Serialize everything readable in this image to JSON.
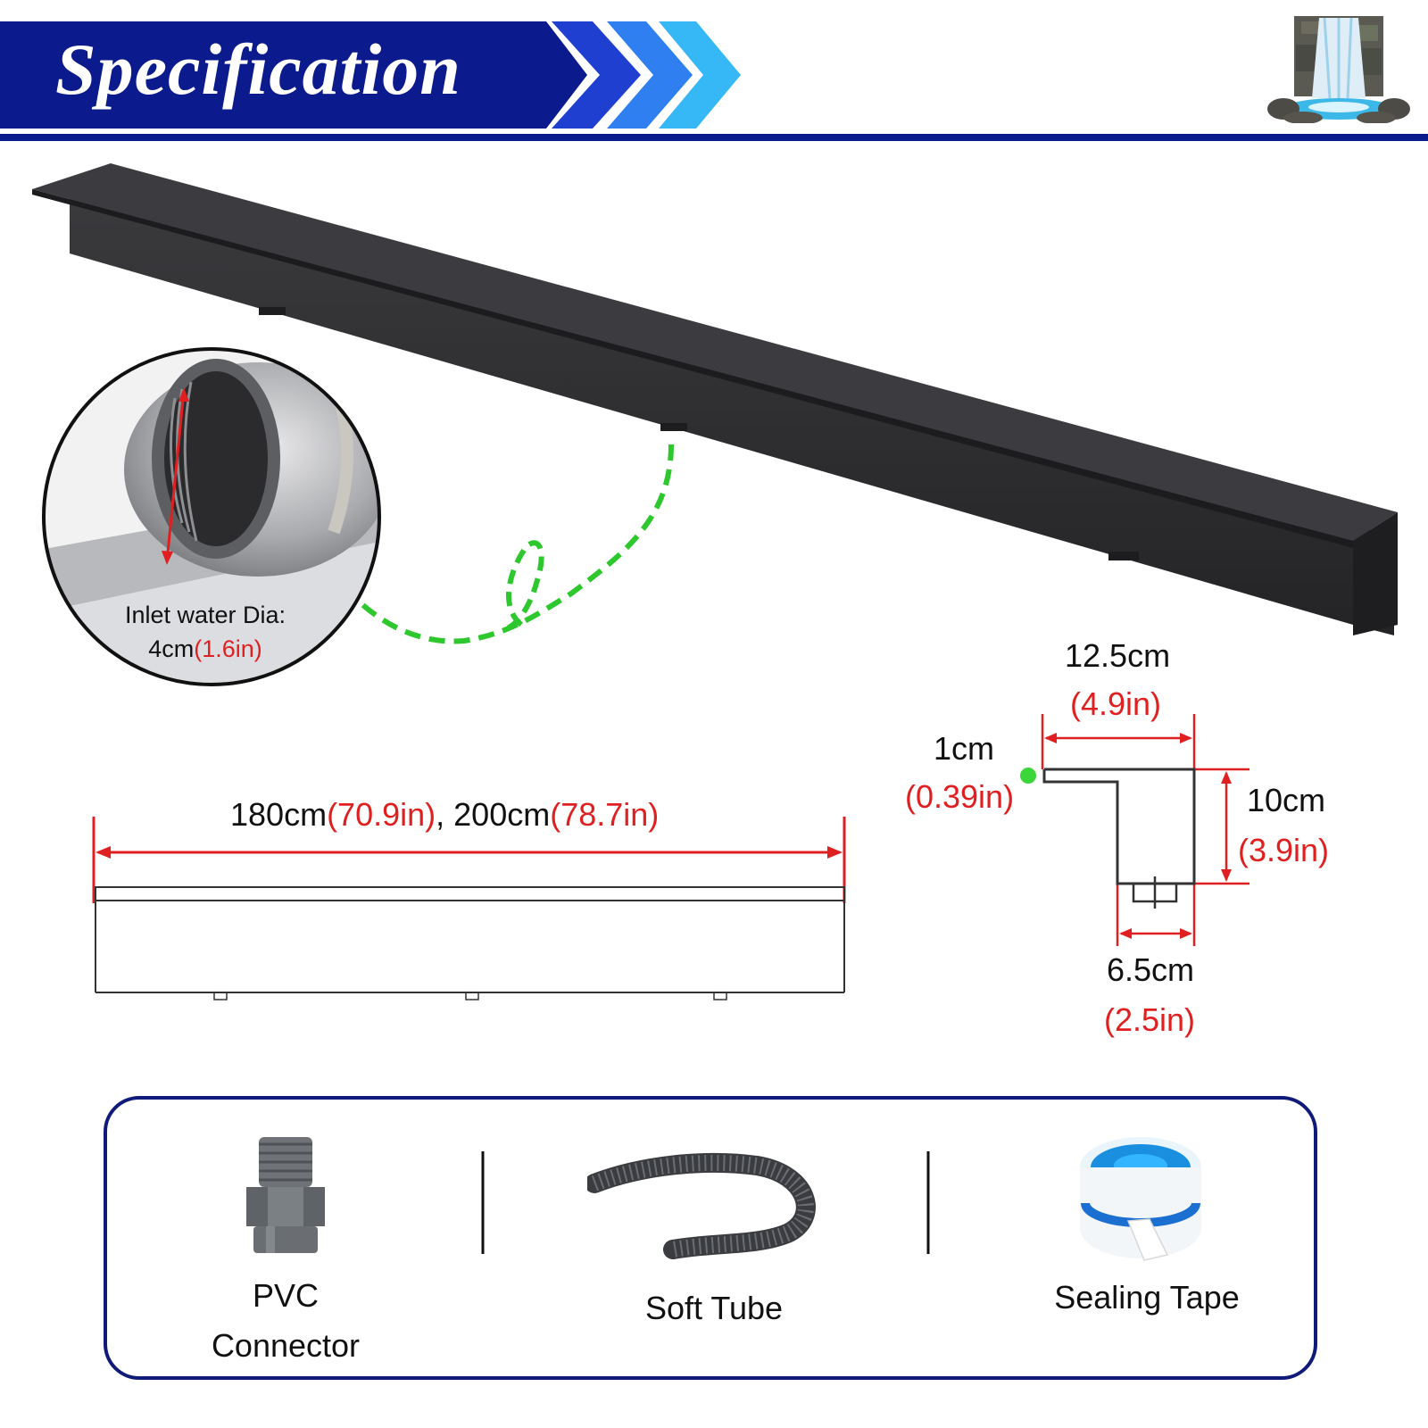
{
  "banner": {
    "title": "Specification",
    "colors": {
      "band": "#0b1a8c",
      "chevron_dark": "#1e3fd0",
      "chevron_mid": "#2f7ff0",
      "chevron_light": "#35b8f5"
    }
  },
  "inlet": {
    "label_line1": "Inlet water Dia:",
    "value": "4cm",
    "value_in": "(1.6in)"
  },
  "length": {
    "value1": "180cm",
    "value1_in": "(70.9in)",
    "separator": ",",
    "value2": "200cm",
    "value2_in": "(78.7in)"
  },
  "cross_section": {
    "width": "12.5cm",
    "width_in": "(4.9in)",
    "lip": "1cm",
    "lip_in": "(0.39in)",
    "height": "10cm",
    "height_in": "(3.9in)",
    "bottom": "6.5cm",
    "bottom_in": "(2.5in)"
  },
  "accessories": {
    "items": [
      {
        "line1": "PVC",
        "line2": "Connector",
        "icon": "pvc-connector-icon"
      },
      {
        "line1": "Soft Tube",
        "line2": "",
        "icon": "soft-tube-icon"
      },
      {
        "line1": "Sealing Tape",
        "line2": "",
        "icon": "sealing-tape-icon"
      }
    ]
  },
  "colors": {
    "dimension_red": "#e02020",
    "dashed_green": "#2ec82e",
    "product_black": "#2a2a2c",
    "border_navy": "#101a7a"
  }
}
